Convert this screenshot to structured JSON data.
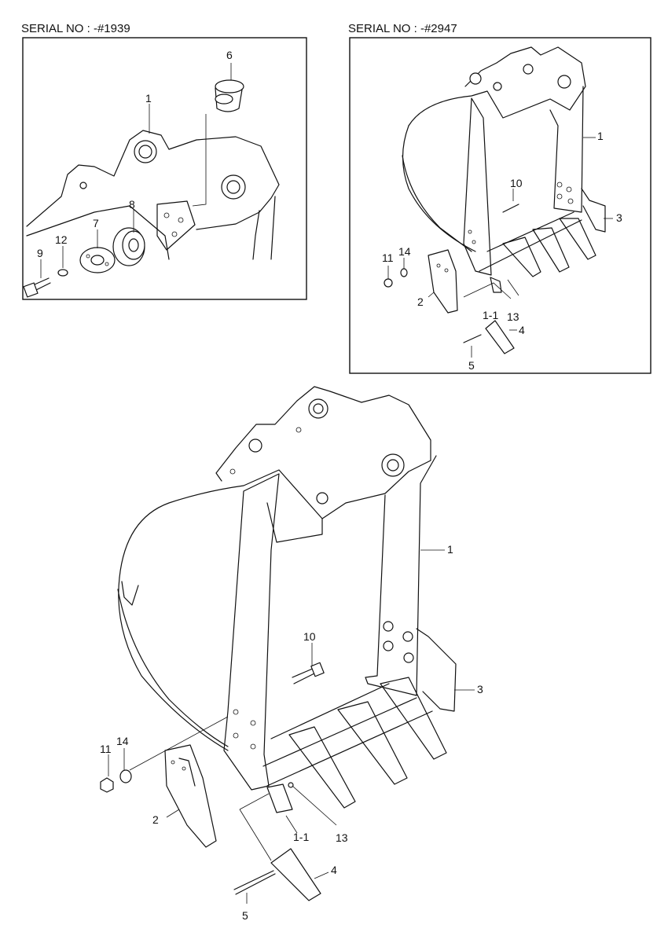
{
  "panels": {
    "top_left": {
      "serial": "SERIAL NO : -#1939",
      "callouts": [
        "6",
        "1",
        "8",
        "7",
        "12",
        "9"
      ]
    },
    "top_right": {
      "serial": "SERIAL NO : -#2947",
      "callouts": [
        "1",
        "10",
        "3",
        "14",
        "11",
        "2",
        "1-1",
        "13",
        "4",
        "5"
      ]
    },
    "main": {
      "callouts": [
        "1",
        "10",
        "3",
        "14",
        "11",
        "2",
        "1-1",
        "13",
        "4",
        "5"
      ]
    }
  }
}
